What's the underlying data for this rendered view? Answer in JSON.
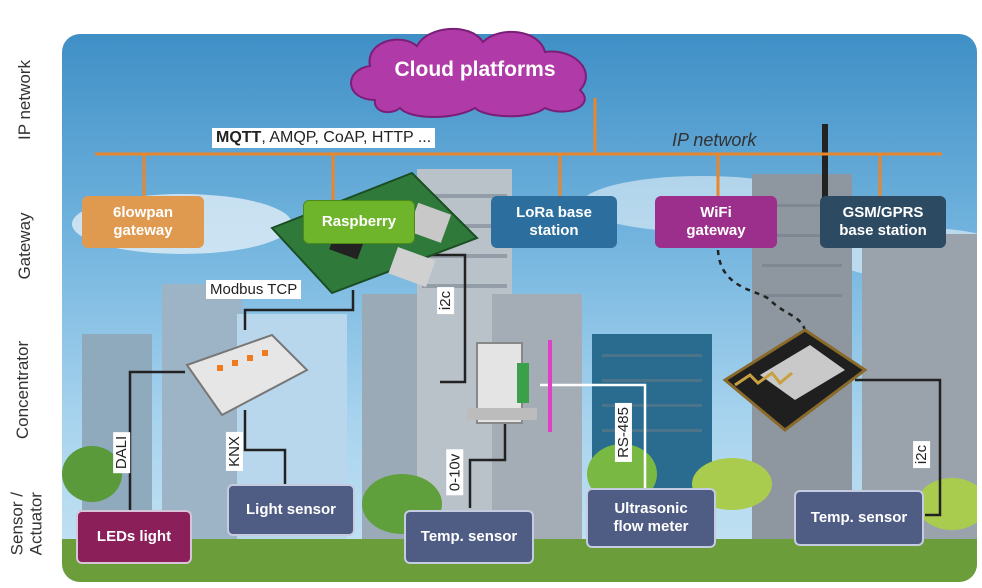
{
  "layers": {
    "ip_network": "IP network",
    "gateway": "Gateway",
    "concentrator": "Concentrator",
    "sensor_actuator_line1": "Sensor /",
    "sensor_actuator_line2": "Actuator"
  },
  "cloud": {
    "label": "Cloud platforms"
  },
  "network": {
    "protocols_bold": "MQTT",
    "protocols_rest": ", AMQP, CoAP, HTTP ...",
    "ip_label": "IP network"
  },
  "gateways": {
    "sixlowpan": "6lowpan\ngateway",
    "raspberry": "Raspberry",
    "lora": "LoRa base\nstation",
    "wifi": "WiFi\ngateway",
    "gsm": "GSM/GPRS\nbase station"
  },
  "links": {
    "modbus": "Modbus TCP",
    "i2c_top": "i2c",
    "dali": "DALI",
    "knx": "KNX",
    "v010": "0-10v",
    "rs485": "RS-485",
    "i2c_right": "i2c"
  },
  "sensors": {
    "leds": "LEDs light",
    "light_sensor": "Light sensor",
    "temp_center": "Temp. sensor",
    "ultrasonic": "Ultrasonic\nflow meter",
    "temp_right": "Temp. sensor"
  },
  "colors": {
    "network_line": "#e8862e",
    "sixlowpan": "#e09a50",
    "raspberry": "#6fb52c",
    "lora": "#2c6f9e",
    "wifi": "#9c2f8c",
    "gsm": "#2d4a63",
    "leds": "#8a1f5a",
    "sensor": "#4f5d85",
    "cloud": "#b03aa8"
  }
}
